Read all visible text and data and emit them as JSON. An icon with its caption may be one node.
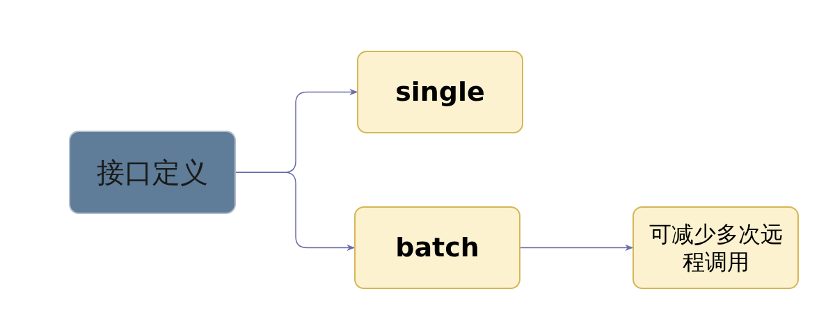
{
  "diagram": {
    "nodes": [
      {
        "text": [
          "接口定义"
        ]
      },
      {
        "text": [
          "single"
        ]
      },
      {
        "text": [
          "batch"
        ]
      },
      {
        "text": [
          "可减少多次远程调用"
        ]
      }
    ],
    "edges": [
      {
        "from": 0,
        "to": 1,
        "arrow": "to"
      },
      {
        "from": 0,
        "to": 2,
        "arrow": "to"
      },
      {
        "from": 2,
        "to": 3,
        "arrow": "to"
      }
    ]
  }
}
